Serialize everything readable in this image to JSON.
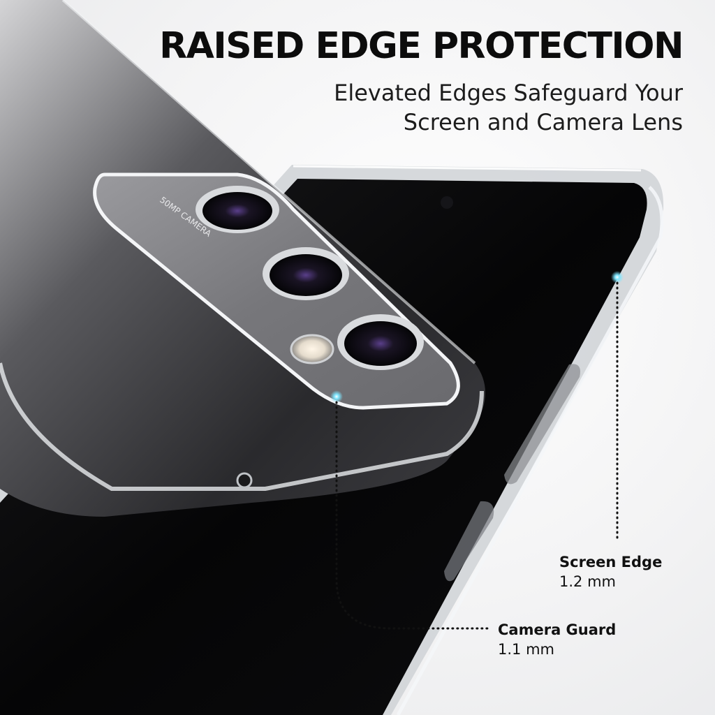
{
  "headline": "RAISED EDGE PROTECTION",
  "subheadline": "Elevated Edges Safeguard Your Screen and Camera Lens",
  "camera_module_text": "50MP CAMERA",
  "callouts": {
    "screen_edge": {
      "title": "Screen Edge",
      "value": "1.2 mm"
    },
    "camera_guard": {
      "title": "Camera Guard",
      "value": "1.1 mm"
    }
  },
  "colors": {
    "text": "#0c0c0c",
    "indicator_glow": "#7fe6ff"
  }
}
